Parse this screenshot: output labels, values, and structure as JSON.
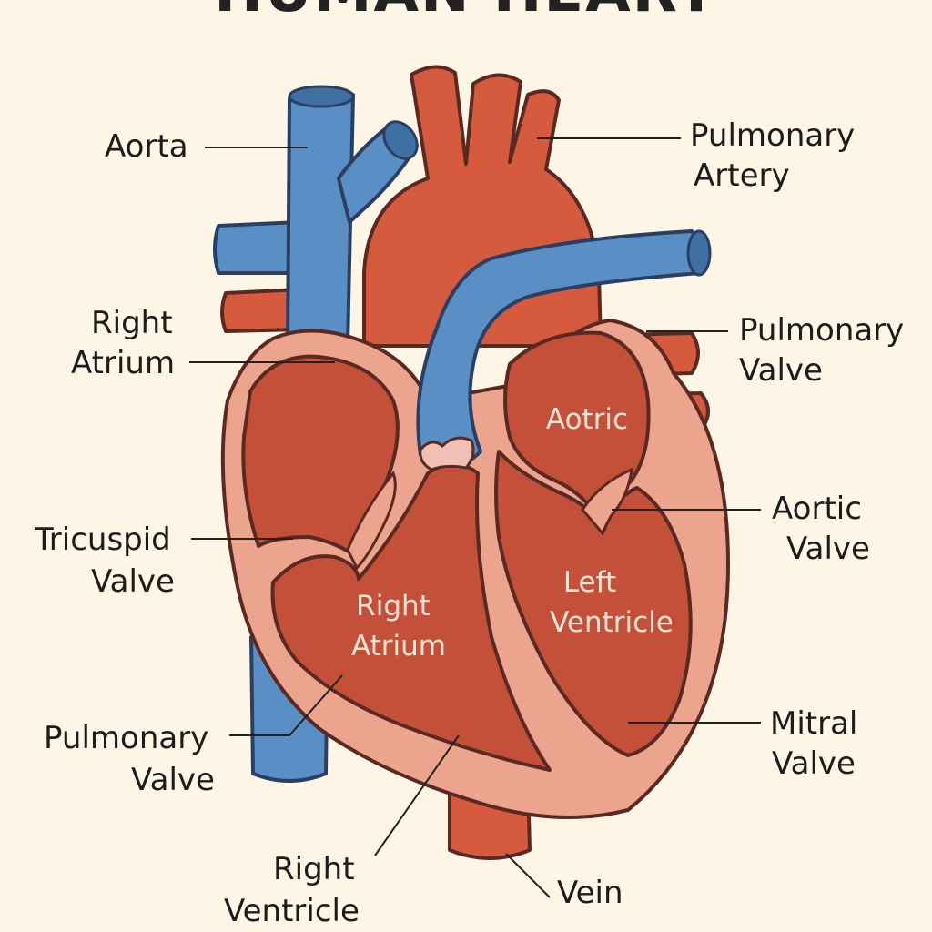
{
  "title": "HUMAN HEART",
  "labels": {
    "aorta": "Aorta",
    "pulmonary_artery": [
      "Pulmonary",
      "Artery"
    ],
    "right_atrium": [
      "Right",
      "Atrium"
    ],
    "pulmonary_valve_top": [
      "Pulmonary",
      "Valve"
    ],
    "tricuspid_valve": [
      "Tricuspid",
      "Valve"
    ],
    "aortic_valve": [
      "Aortic",
      "Valve"
    ],
    "pulmonary_valve_bottom": [
      "Pulmonary",
      "Valve"
    ],
    "mitral_valve": [
      "Mitral",
      "Valve"
    ],
    "right_ventricle": [
      "Right",
      "Ventricle"
    ],
    "vein": "Vein"
  },
  "inner_labels": {
    "aotric": "Aotric",
    "right_atrium": [
      "Right",
      "Atrium"
    ],
    "left_ventricle": [
      "Left",
      "Ventricle"
    ]
  },
  "colors": {
    "background": "#fdf6e7",
    "blue_vessel": "#5a8fc6",
    "red_vessel": "#d55a3e",
    "heart_wall": "#eda48e",
    "chamber": "#c4503a",
    "outline": "#5a2a22"
  }
}
